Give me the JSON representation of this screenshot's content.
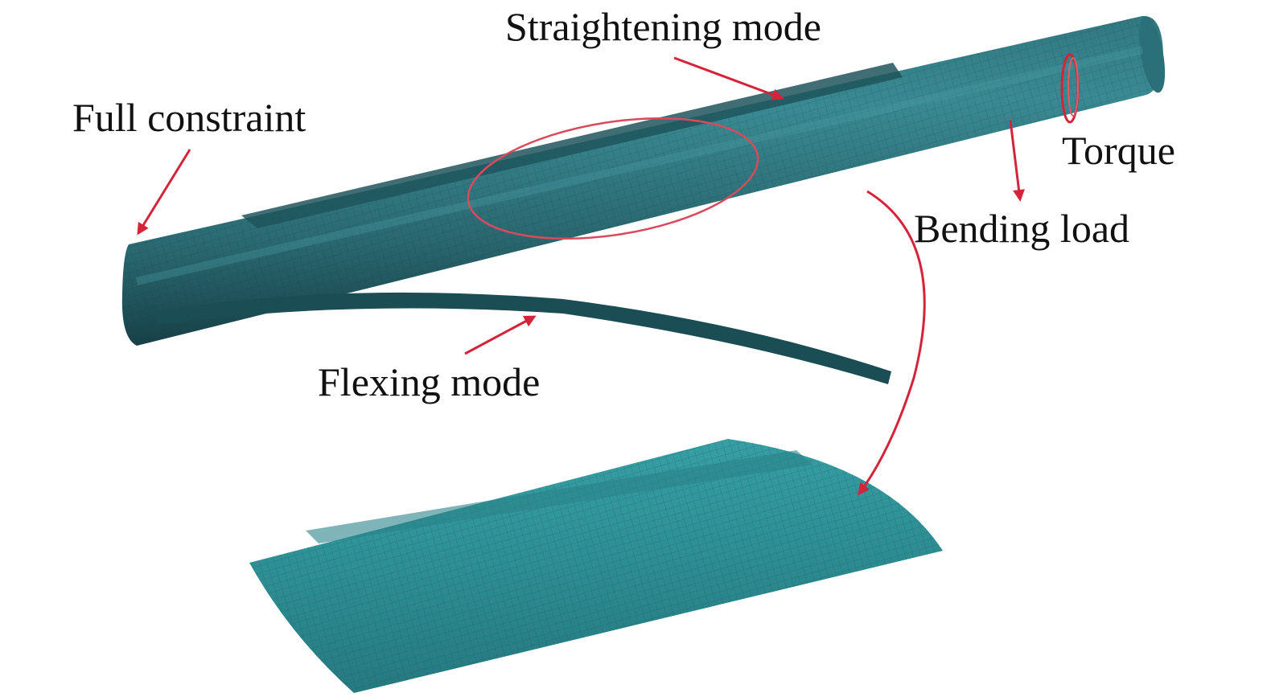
{
  "labels": {
    "straightening_mode": "Straightening mode",
    "full_constraint": "Full constraint",
    "torque": "Torque",
    "bending_load": "Bending load",
    "flexing_mode": "Flexing mode"
  },
  "colors": {
    "annotation_red": "#d4243a",
    "ellipse_red": "#d94a5c",
    "rod_dark": "#1a4a52",
    "rod_mid": "#2b6e76",
    "rod_light": "#3c8f98",
    "panel_light": "#3aa3a8",
    "panel_mid": "#2c8d92",
    "panel_dark": "#237a80"
  },
  "icons": {
    "load_arrow": "red-arrow",
    "torque_symbol": "torque-loop"
  }
}
